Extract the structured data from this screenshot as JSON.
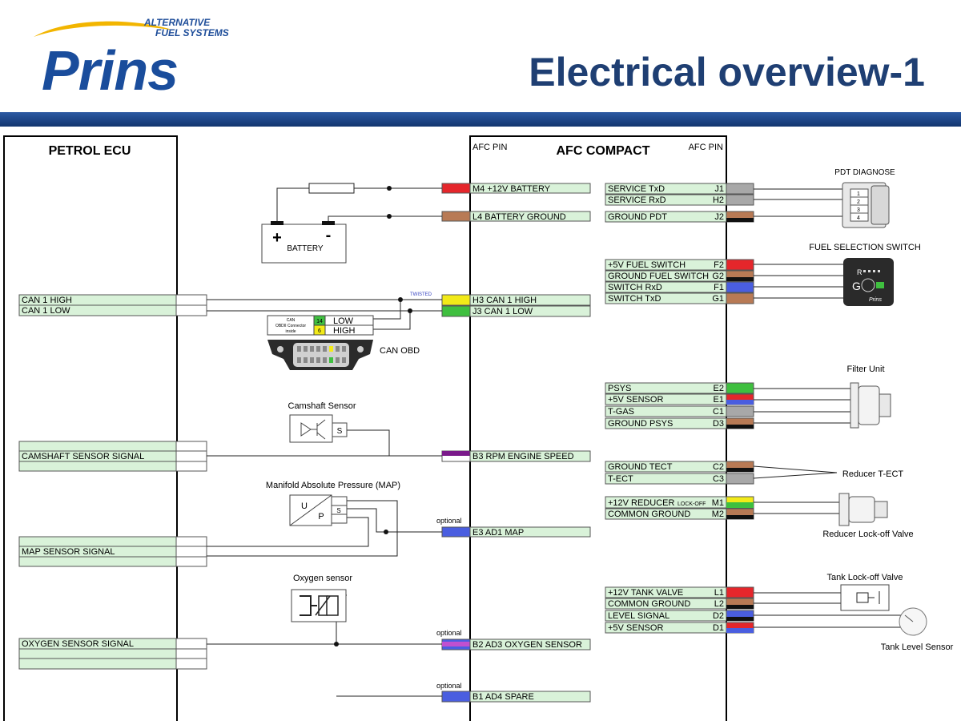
{
  "header": {
    "brand_line1": "ALTERNATIVE",
    "brand_line2": "FUEL SYSTEMS",
    "brand_name": "Prins",
    "title": "Electrical overview-1"
  },
  "colors": {
    "header_blue": "#1f3f73",
    "pin_fill": "#d9f2d9",
    "red": "#e5262b",
    "brown": "#b87a55",
    "yellow": "#f2ea18",
    "green": "#3fbf3f",
    "purple": "#7a1a8a",
    "blue": "#4a5ee0",
    "magenta": "#c050d0",
    "grey": "#a8a8a8",
    "black": "#111111"
  },
  "ecu": {
    "title": "PETROL ECU",
    "signals": {
      "can_high": "CAN 1 HIGH",
      "can_low": "CAN 1 LOW",
      "camshaft": "CAMSHAFT SENSOR SIGNAL",
      "map": "MAP SENSOR SIGNAL",
      "oxygen": "OXYGEN SENSOR SIGNAL"
    }
  },
  "afc": {
    "title": "AFC COMPACT",
    "pin_label_left": "AFC PIN",
    "pin_label_right": "AFC PIN",
    "left_pins": {
      "m4": "M4 +12V BATTERY",
      "l4": "L4 BATTERY GROUND",
      "h3": "H3 CAN 1 HIGH",
      "j3": "J3 CAN 1 LOW",
      "b3": "B3 RPM ENGINE SPEED",
      "e3": "E3 AD1  MAP",
      "b2": "B2 AD3  OXYGEN SENSOR",
      "b1": "B1 AD4  SPARE"
    },
    "right_pins": [
      {
        "label": "SERVICE TxD",
        "pin": "J1"
      },
      {
        "label": "SERVICE RxD",
        "pin": "H2"
      },
      {
        "label": "GROUND PDT",
        "pin": "J2"
      },
      {
        "label": "+5V FUEL SWITCH",
        "pin": "F2"
      },
      {
        "label": "GROUND FUEL SWITCH",
        "pin": "G2"
      },
      {
        "label": "SWITCH RxD",
        "pin": "F1"
      },
      {
        "label": "SWITCH TxD",
        "pin": "G1"
      },
      {
        "label": "PSYS",
        "pin": "E2"
      },
      {
        "label": "+5V SENSOR",
        "pin": "E1"
      },
      {
        "label": "T-GAS",
        "pin": "C1"
      },
      {
        "label": "GROUND PSYS",
        "pin": "D3"
      },
      {
        "label": "GROUND TECT",
        "pin": "C2"
      },
      {
        "label": "T-ECT",
        "pin": "C3"
      },
      {
        "label": "+12V REDUCER",
        "label_small": "LOCK-OFF",
        "pin": "M1"
      },
      {
        "label": "COMMON GROUND",
        "pin": "M2"
      },
      {
        "label": "+12V TANK VALVE",
        "pin": "L1"
      },
      {
        "label": "COMMON GROUND",
        "pin": "L2"
      },
      {
        "label": "LEVEL SIGNAL",
        "pin": "D2"
      },
      {
        "label": "+5V SENSOR",
        "pin": "D1"
      }
    ]
  },
  "components": {
    "battery": "BATTERY",
    "battery_plus": "+",
    "battery_minus": "-",
    "twisted": "TWISTED",
    "obd_box_line1": "CAN",
    "obd_box_line2": "OBDII Connector",
    "obd_box_line3": "inside",
    "obd_pin_low_num": "14",
    "obd_pin_high_num": "6",
    "obd_low": "LOW",
    "obd_high": "HIGH",
    "can_obd": "CAN OBD",
    "camshaft_sensor": "Camshaft Sensor",
    "cam_s": "S",
    "map_title": "Manifold Absolute Pressure (MAP)",
    "map_u": "U",
    "map_p": "P",
    "map_s": "S",
    "optional_1": "optional",
    "optional_2": "optional",
    "optional_3": "optional",
    "oxygen_sensor": "Oxygen sensor",
    "pdt_diagnose": "PDT DIAGNOSE",
    "pdt_pins": [
      "4",
      "3",
      "2",
      "1"
    ],
    "fuel_switch": "FUEL SELECTION SWITCH",
    "fs_r": "R",
    "fs_g": "G",
    "fs_brand": "Prins",
    "filter_unit": "Filter Unit",
    "reducer_tect": "Reducer T-ECT",
    "reducer_lockoff": "Reducer Lock-off Valve",
    "tank_lockoff": "Tank Lock-off Valve",
    "tank_level": "Tank Level Sensor"
  }
}
